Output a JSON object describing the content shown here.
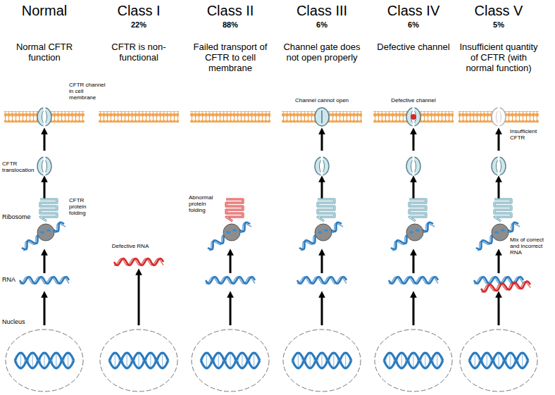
{
  "diagram": {
    "labels": [
      "Normal",
      "Class I",
      "22%",
      "Class II",
      "88%",
      "Class III",
      "6%",
      "Class IV",
      "6%",
      "Class V",
      "5%",
      "Normal CFTR function",
      "CFTR is non-functional",
      "Failed transport of CFTR to cell membrane",
      "Channel gate does not open properly",
      "Defective channel",
      "Insufficient quantity of CFTR (with normal function)",
      "CFTR channel in cell membrane",
      "Channel cannot open",
      "Defective channel",
      "Insufficient CFTR",
      "CFTR translocation",
      "CFTR protein folding",
      "Abnormal protein folding",
      "Ribosome",
      "Defective RNA",
      "Mix of correct and incorrect RNA",
      "RNA",
      "Nucleus"
    ]
  }
}
